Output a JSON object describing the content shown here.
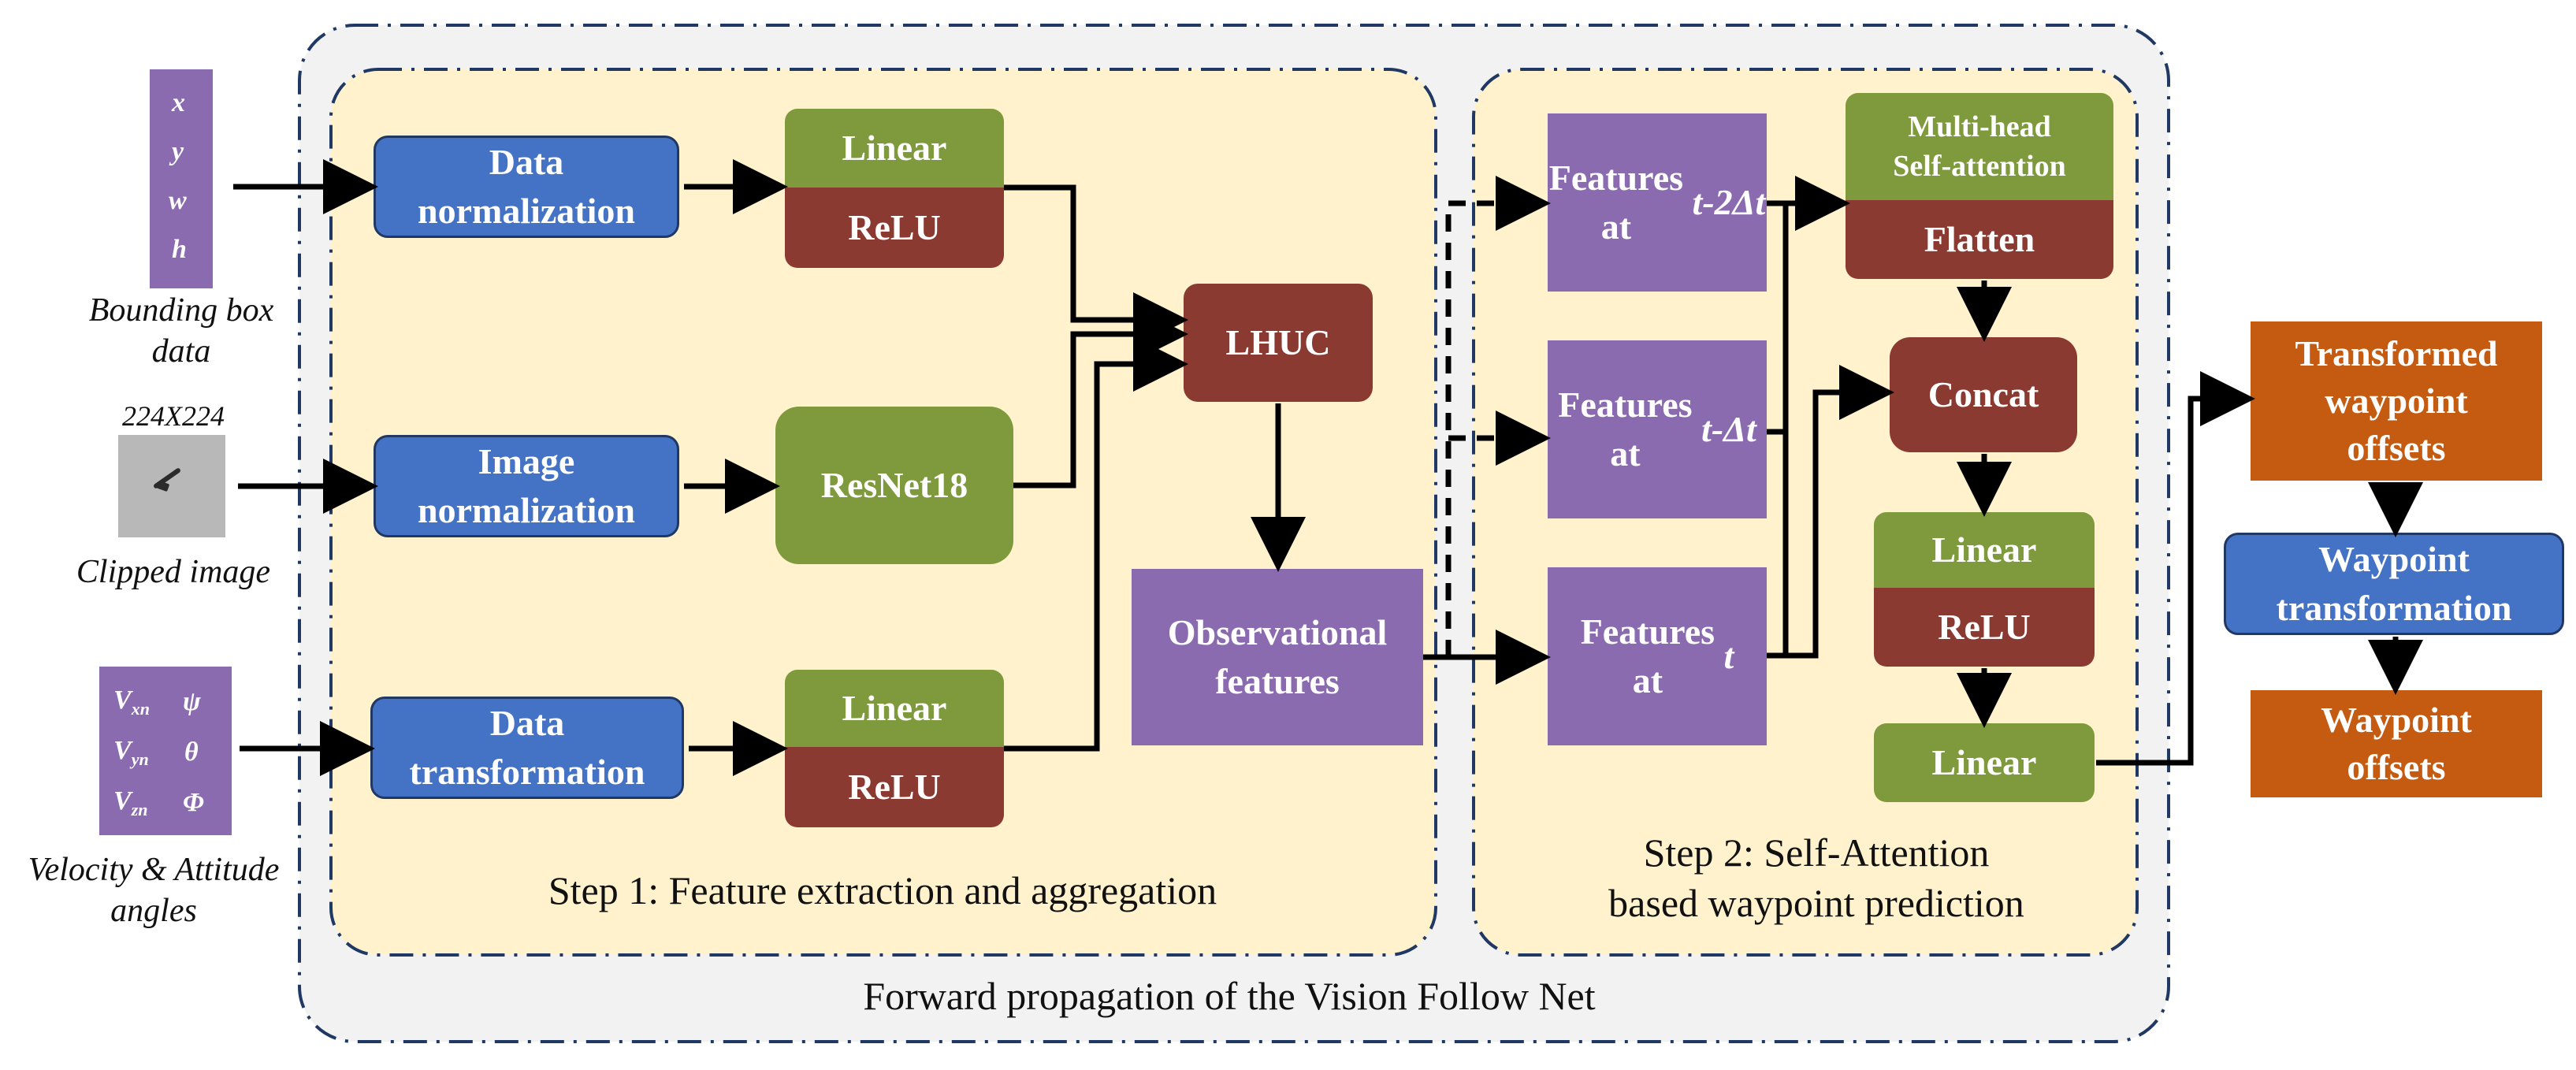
{
  "containers": {
    "outer_caption": "Forward propagation of the Vision Follow Net",
    "step1_caption": "Step 1: Feature extraction and aggregation",
    "step2_caption": "Step 2: Self-Attention\nbased waypoint prediction"
  },
  "inputs": {
    "bbox_values": [
      "x",
      "y",
      "w",
      "h"
    ],
    "bbox_label": "Bounding box\ndata",
    "image_size": "224X224",
    "image_label": "Clipped image",
    "velocity_values": [
      "V_xn",
      "ψ",
      "V_yn",
      "θ",
      "V_zn",
      "Φ"
    ],
    "velocity_label": "Velocity & Attitude\nangles"
  },
  "step1": {
    "data_norm": "Data\nnormalization",
    "image_norm": "Image\nnormalization",
    "data_trans": "Data\ntransformation",
    "linear1": "Linear",
    "relu1": "ReLU",
    "resnet": "ResNet18",
    "linear2": "Linear",
    "relu2": "ReLU",
    "lhuc": "LHUC",
    "obs": "Observational\nfeatures"
  },
  "step2": {
    "feat_t2": "Features\nat t-2Δt",
    "feat_t1": "Features\nat t-Δt",
    "feat_t": "Features\nat t",
    "mhsa": "Multi-head\nSelf-attention",
    "flatten": "Flatten",
    "concat": "Concat",
    "linear3": "Linear",
    "relu3": "ReLU",
    "linear4": "Linear"
  },
  "outputs": {
    "transformed": "Transformed\nwaypoint\noffsets",
    "waypoint_transform": "Waypoint\ntransformation",
    "waypoint_offsets": "Waypoint\noffsets"
  }
}
